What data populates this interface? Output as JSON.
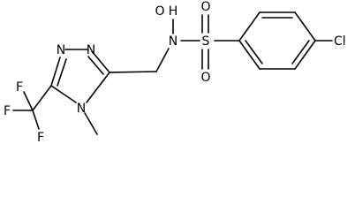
{
  "molecule": {
    "atoms": {
      "hydroxyl_O": "O",
      "hydroxyl_H": "H",
      "sulfonamide_N": "N",
      "sulfur": "S",
      "sulfonyl_O_top": "O",
      "sulfonyl_O_bottom": "O",
      "chlorine": "Cl",
      "triazole_N1": "N",
      "triazole_N2": "N",
      "triazole_N4": "N",
      "fluorine_top": "F",
      "fluorine_left": "F",
      "fluorine_bottom": "F"
    }
  }
}
